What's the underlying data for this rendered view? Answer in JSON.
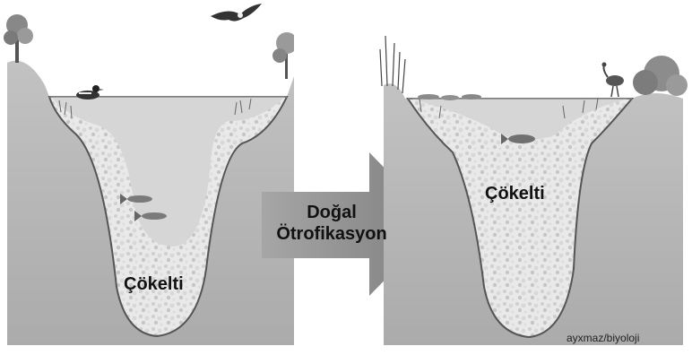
{
  "left_panel": {
    "sediment_label": "Çökelti"
  },
  "right_panel": {
    "sediment_label": "Çökelti"
  },
  "arrow": {
    "line1": "Doğal",
    "line2": "Ötrofikasyon"
  },
  "credit": "ayxmaz/biyoloji",
  "colors": {
    "ground": "#b3b3b3",
    "water": "#d4d4d4",
    "sediment": "#e8e8e8",
    "arrow": "#8f8f8f",
    "sky": "#ffffff"
  }
}
